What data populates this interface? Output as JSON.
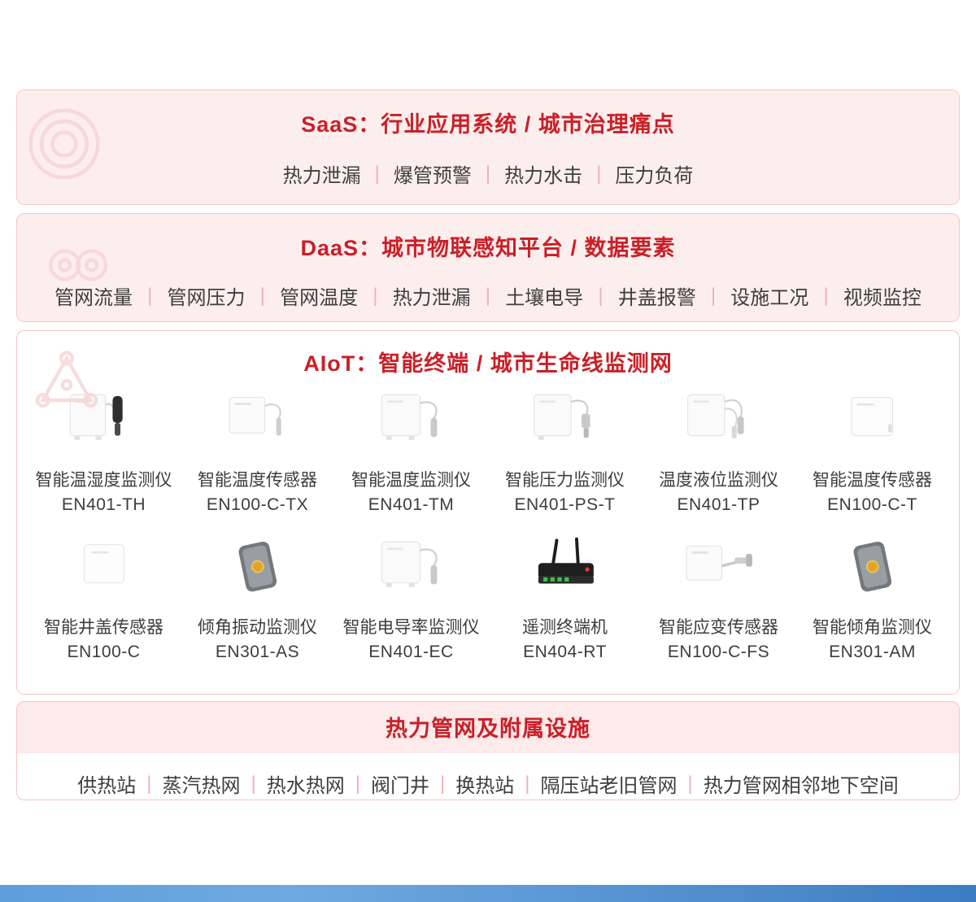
{
  "colors": {
    "accent_red": "#cb1f27",
    "panel_pink": "#fdeeee",
    "panel_border": "#f4c6c6",
    "divider_pink": "#efb2b2",
    "text_dark": "#3e3e3e",
    "footer_blue": "#3c7cc2"
  },
  "sections": {
    "saas": {
      "title": "SaaS：行业应用系统 / 城市治理痛点",
      "items": [
        "热力泄漏",
        "爆管预警",
        "热力水击",
        "压力负荷"
      ]
    },
    "daas": {
      "title": "DaaS：城市物联感知平台 / 数据要素",
      "items": [
        "管网流量",
        "管网压力",
        "管网温度",
        "热力泄漏",
        "土壤电导",
        "井盖报警",
        "设施工况",
        "视频监控"
      ]
    },
    "aiot": {
      "title": "AIoT：智能终端 / 城市生命线监测网",
      "products_row1": [
        {
          "name": "智能温湿度监测仪",
          "model": "EN401-TH",
          "icon": "dual-probe-sensor"
        },
        {
          "name": "智能温度传感器",
          "model": "EN100-C-TX",
          "icon": "panel-probe-sensor"
        },
        {
          "name": "智能温度监测仪",
          "model": "EN401-TM",
          "icon": "cable-probe-sensor"
        },
        {
          "name": "智能压力监测仪",
          "model": "EN401-PS-T",
          "icon": "pressure-probe-sensor"
        },
        {
          "name": "温度液位监测仪",
          "model": "EN401-TP",
          "icon": "two-probe-sensor"
        },
        {
          "name": "智能温度传感器",
          "model": "EN100-C-T",
          "icon": "panel-sensor"
        }
      ],
      "products_row2": [
        {
          "name": "智能井盖传感器",
          "model": "EN100-C",
          "icon": "flat-panel-sensor"
        },
        {
          "name": "倾角振动监测仪",
          "model": "EN301-AS",
          "icon": "tilt-sensor"
        },
        {
          "name": "智能电导率监测仪",
          "model": "EN401-EC",
          "icon": "cable-probe-sensor"
        },
        {
          "name": "遥测终端机",
          "model": "EN404-RT",
          "icon": "router-terminal"
        },
        {
          "name": "智能应变传感器",
          "model": "EN100-C-FS",
          "icon": "strain-arm-sensor"
        },
        {
          "name": "智能倾角监测仪",
          "model": "EN301-AM",
          "icon": "tilt-sensor"
        }
      ]
    },
    "facilities": {
      "title": "热力管网及附属设施",
      "items": [
        "供热站",
        "蒸汽热网",
        "热水热网",
        "阀门井",
        "换热站",
        "隔压站老旧管网",
        "热力管网相邻地下空间"
      ]
    }
  }
}
